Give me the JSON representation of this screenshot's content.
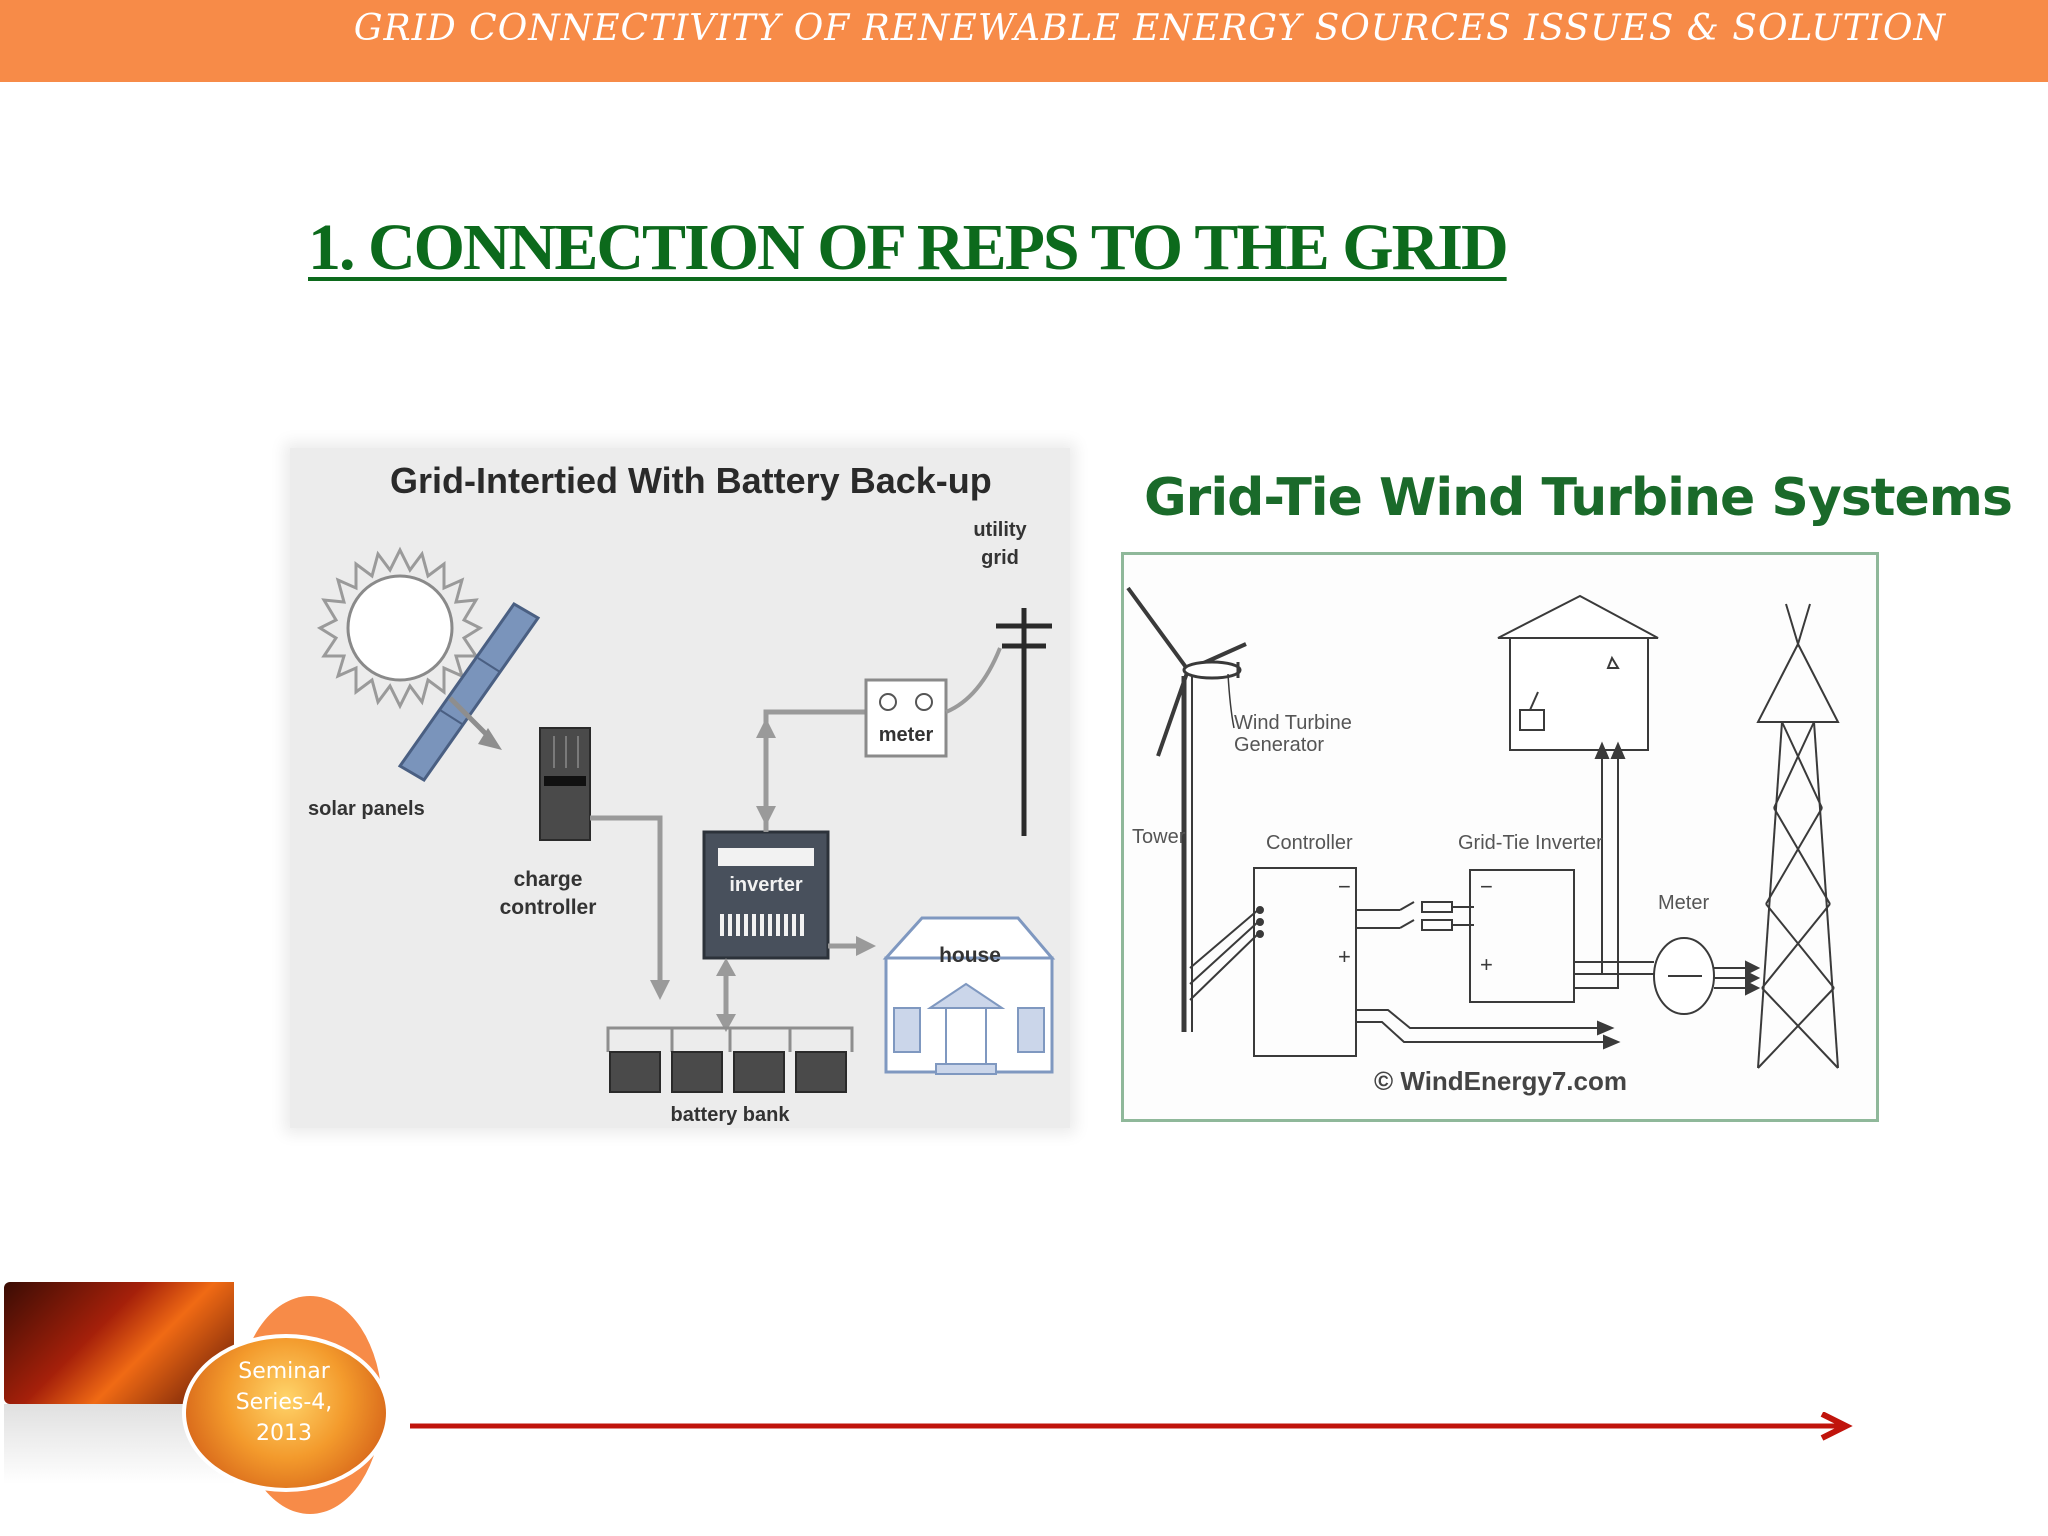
{
  "header": {
    "title": "GRID CONNECTIVITY OF RENEWABLE ENERGY SOURCES ISSUES & SOLUTION"
  },
  "slide": {
    "title": "1.  CONNECTION OF REPS TO THE GRID"
  },
  "solar_diagram": {
    "title": "Grid-Intertied With Battery Back-up",
    "labels": {
      "solar_panels": "solar panels",
      "charge_controller_1": "charge",
      "charge_controller_2": "controller",
      "inverter": "inverter",
      "meter": "meter",
      "utility_grid_1": "utility",
      "utility_grid_2": "grid",
      "house": "house",
      "battery_bank": "battery bank"
    }
  },
  "wind_diagram": {
    "title": "Grid-Tie Wind Turbine Systems",
    "labels": {
      "generator_1": "Wind Turbine",
      "generator_2": "Generator",
      "tower": "Tower",
      "controller": "Controller",
      "grid_tie_inverter": "Grid-Tie Inverter",
      "meter": "Meter",
      "copyright": "© WindEnergy7.com"
    }
  },
  "footer": {
    "badge_line1": "Seminar",
    "badge_line2": "Series-4,",
    "badge_line3": "2013"
  },
  "colors": {
    "header_bar": "#f78b48",
    "title_green": "#0c6a1c",
    "arrow_red": "#c0140c"
  }
}
